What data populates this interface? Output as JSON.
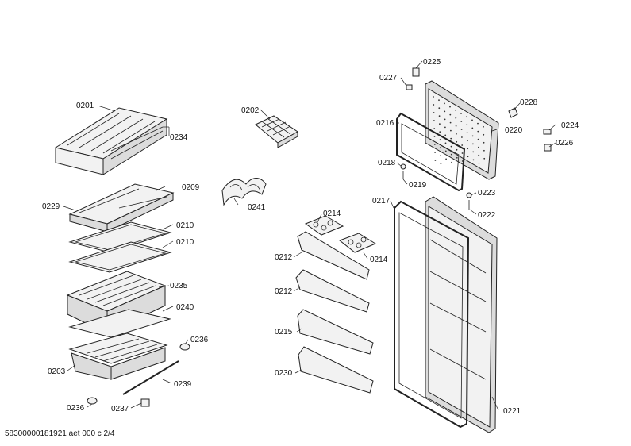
{
  "labels": {
    "p0201": "0201",
    "p0234": "0234",
    "p0202": "0202",
    "p0229": "0229",
    "p0209": "0209",
    "p0241": "0241",
    "p0210a": "0210",
    "p0210b": "0210",
    "p0235": "0235",
    "p0240": "0240",
    "p0236a": "0236",
    "p0203": "0203",
    "p0239": "0239",
    "p0236b": "0236",
    "p0237": "0237",
    "p0214a": "0214",
    "p0214b": "0214",
    "p0212a": "0212",
    "p0212b": "0212",
    "p0215": "0215",
    "p0230": "0230",
    "p0225": "0225",
    "p0227": "0227",
    "p0228": "0228",
    "p0216": "0216",
    "p0220": "0220",
    "p0224": "0224",
    "p0226": "0226",
    "p0218": "0218",
    "p0219": "0219",
    "p0223": "0223",
    "p0222": "0222",
    "p0217": "0217",
    "p0221": "0221"
  },
  "footer": "58300000181921 aet 000 c 2/4"
}
